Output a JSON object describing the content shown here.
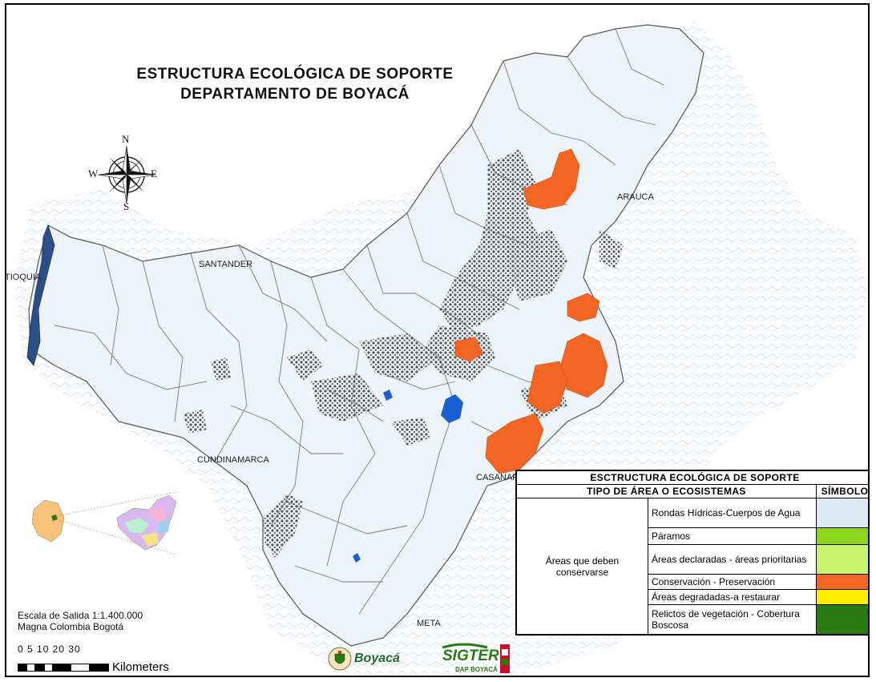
{
  "title": {
    "line1": "ESTRUCTURA ECOLÓGICA DE SOPORTE",
    "line2": "DEPARTAMENTO DE BOYACÁ"
  },
  "compass": {
    "n": "N",
    "s": "S",
    "e": "E",
    "w": "W"
  },
  "places": {
    "santander": "SANTANDER",
    "arauca": "ARAUCA",
    "antioquia": "TIOQUIA",
    "cundinamarca": "CUNDINAMARCA",
    "casanare": "CASANARE",
    "meta": "META"
  },
  "scale": {
    "line1": "Escala de Salida 1:1.400.000",
    "line2": "Magna Colombia Bogotá",
    "ticks": "0 5 10   20   30",
    "unit": "Kilometers"
  },
  "legend": {
    "title": "ESCTRUCTURA ECOLÓGICA DE SOPORTE",
    "col_type": "TIPO DE ÁREA O ECOSISTEMAS",
    "col_symbol": "SÍMBOLO",
    "group": "Áreas que deben conservarse",
    "rows": [
      {
        "label": "Rondas Hídricas-Cuerpos de Agua",
        "color": "#dce9f5"
      },
      {
        "label": "Páramos",
        "color": "#8cd61e"
      },
      {
        "label": "Áreas declaradas - áreas prioritarias",
        "color": "#c8f56e"
      },
      {
        "label": "Conservación - Preservación",
        "color": "#f26522"
      },
      {
        "label": "Áreas degradadas-a restaurar",
        "color": "#ffee00"
      },
      {
        "label": "Relictos de vegetación - Cobertura Boscosa",
        "color": "#2a7a12"
      }
    ]
  },
  "logos": {
    "gobernacion": "Boyacá",
    "sigter": "SIGTER",
    "sigter_sub": "DAP BOYACÁ"
  },
  "colors": {
    "water": "#dce9f5",
    "boundary": "#777777",
    "forest_dark": "#5a5a5a",
    "conservation": "#f26522",
    "lake": "#1a5fd1"
  }
}
